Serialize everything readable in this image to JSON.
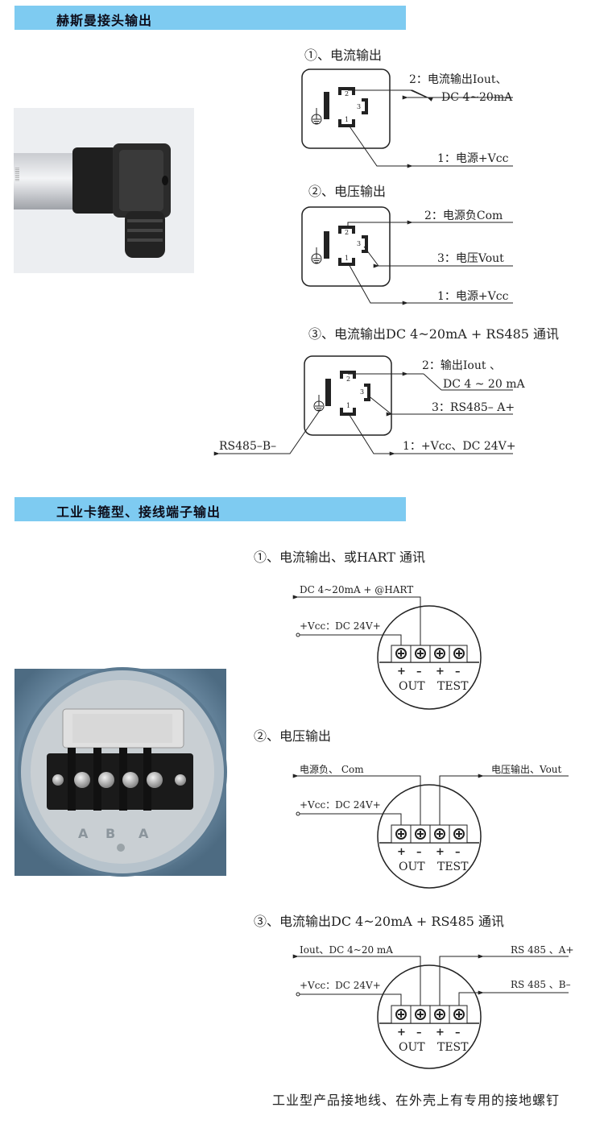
{
  "section1": {
    "title": "赫斯曼接头输出",
    "photo_label": "hirschmann-connector-photo",
    "diagrams": [
      {
        "title": "①、电流输出",
        "pin_labels": [
          "2",
          "3",
          "1"
        ],
        "lines": [
          "2：电流输出Iout、",
          "DC 4~20mA",
          "1：电源+Vcc"
        ]
      },
      {
        "title": "②、电压输出",
        "pin_labels": [
          "2",
          "3",
          "1"
        ],
        "lines": [
          "2：电源负Com",
          "3：电压Vout",
          "1：电源+Vcc"
        ]
      },
      {
        "title": "③、电流输出DC 4~20mA + RS485 通讯",
        "pin_labels": [
          "2",
          "3",
          "1"
        ],
        "lines": [
          "2：输出Iout 、",
          "DC 4 ~ 20 mA",
          "3：RS485– A+",
          "RS485–B–",
          "1：+Vcc、DC 24V+"
        ]
      }
    ]
  },
  "section2": {
    "title": "工业卡箍型、接线端子输出",
    "photo_terminal_marks": [
      "A",
      "B",
      "A"
    ],
    "diagrams": [
      {
        "title": "①、电流输出、或HART 通讯",
        "lines": [
          "DC 4~20mA + @HART",
          "+Vcc：DC 24V+"
        ],
        "terminal_signs": [
          "+",
          "–",
          "+",
          "–"
        ],
        "out_label": "OUT",
        "test_label": "TEST"
      },
      {
        "title": "②、电压输出",
        "lines": [
          "电源负、 Com",
          "电压输出、Vout",
          "+Vcc：DC 24V+"
        ],
        "terminal_signs": [
          "+",
          "–",
          "+",
          "–"
        ],
        "out_label": "OUT",
        "test_label": "TEST"
      },
      {
        "title": "③、电流输出DC 4~20mA + RS485 通讯",
        "lines": [
          "Iout、DC 4~20 mA",
          "RS 485 、A+",
          "+Vcc：DC 24V+",
          "RS 485 、B–"
        ],
        "terminal_signs": [
          "+",
          "–",
          "+",
          "–"
        ],
        "out_label": "OUT",
        "test_label": "TEST"
      }
    ]
  },
  "footer": "工业型产品接地线、在外壳上有专用的接地螺钉",
  "colors": {
    "banner": "#7ecbf1",
    "line": "#222222"
  }
}
